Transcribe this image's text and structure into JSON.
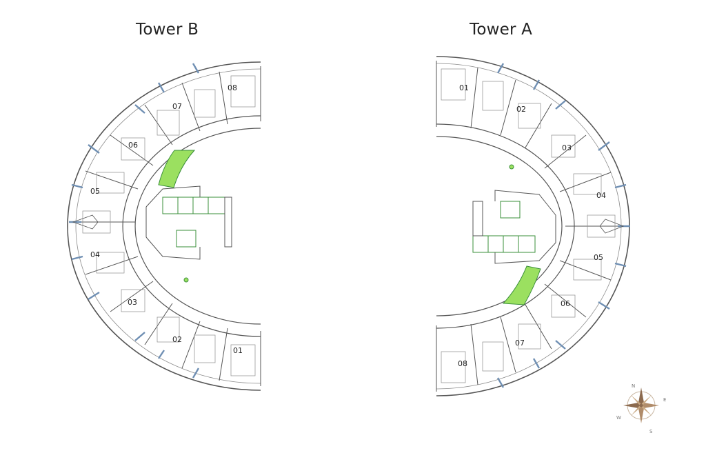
{
  "towers": [
    {
      "id": "B",
      "title": "Tower B",
      "units": [
        "01",
        "02",
        "03",
        "04",
        "05",
        "06",
        "07",
        "08"
      ]
    },
    {
      "id": "A",
      "title": "Tower A",
      "units": [
        "01",
        "02",
        "03",
        "04",
        "05",
        "06",
        "07",
        "08"
      ]
    }
  ],
  "compass": {
    "n": "N",
    "e": "E",
    "s": "S",
    "w": "W"
  },
  "colors": {
    "wall": "#555555",
    "thin_wall": "#8a8a8a",
    "green_space": "#9be060",
    "green_outline": "#3a8f3a",
    "glass": "#6f8fb3",
    "compass_bronze": "#b08c6a"
  }
}
